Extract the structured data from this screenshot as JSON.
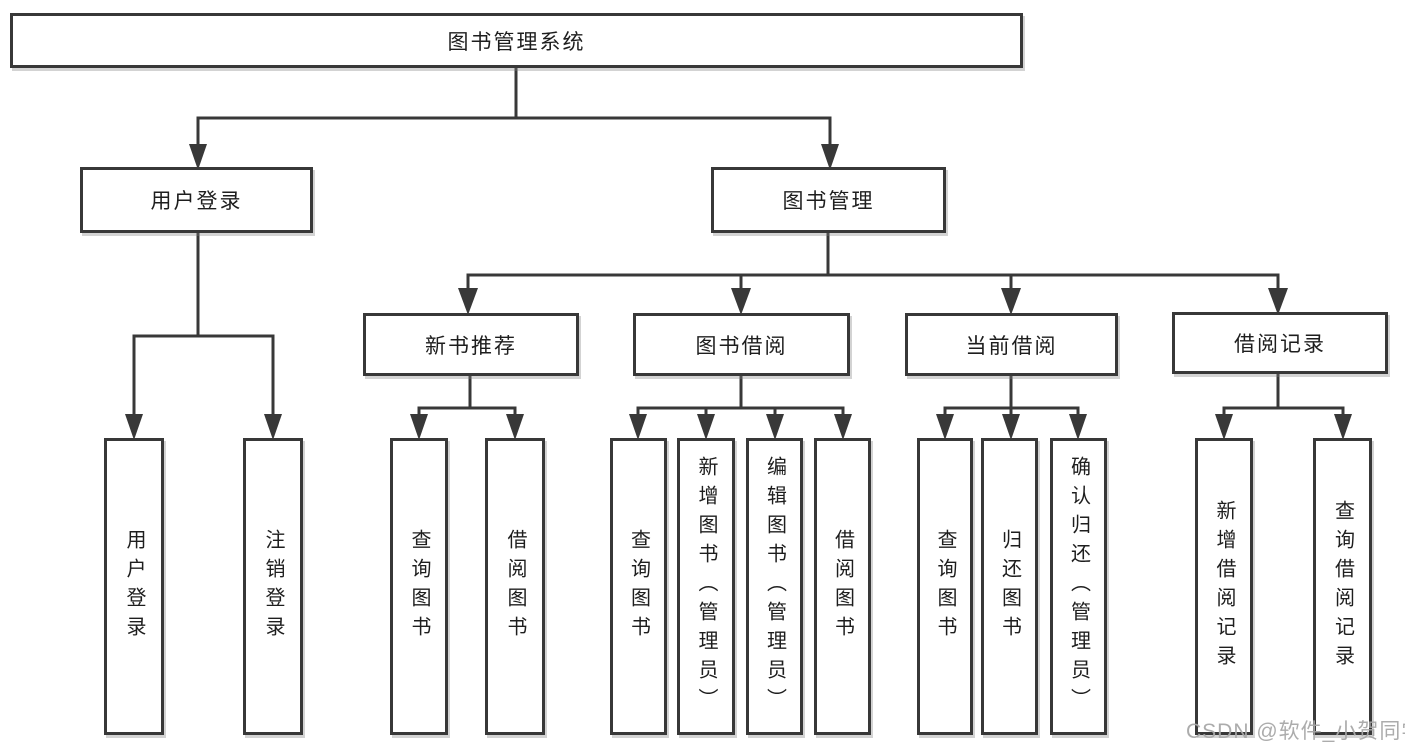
{
  "tree": {
    "root": {
      "label": "图书管理系统"
    },
    "children": [
      {
        "label": "用户登录",
        "children": [
          {
            "label": "用户登录"
          },
          {
            "label": "注销登录"
          }
        ]
      },
      {
        "label": "图书管理",
        "children": [
          {
            "label": "新书推荐",
            "children": [
              {
                "label": "查询图书"
              },
              {
                "label": "借阅图书"
              }
            ]
          },
          {
            "label": "图书借阅",
            "children": [
              {
                "label": "查询图书"
              },
              {
                "label": "新增图书（管理员）"
              },
              {
                "label": "编辑图书（管理员）"
              },
              {
                "label": "借阅图书"
              }
            ]
          },
          {
            "label": "当前借阅",
            "children": [
              {
                "label": "查询图书"
              },
              {
                "label": "归还图书"
              },
              {
                "label": "确认归还（管理员）"
              }
            ]
          },
          {
            "label": "借阅记录",
            "children": [
              {
                "label": "新增借阅记录"
              },
              {
                "label": "查询借阅记录"
              }
            ]
          }
        ]
      }
    ]
  },
  "watermark": {
    "text": "CSDN @软件_小贺同学"
  },
  "colors": {
    "line": "#383838",
    "box_border": "#383838",
    "text": "#1e1e1e",
    "background": "#ffffff",
    "watermark": "#a8a8a8"
  }
}
